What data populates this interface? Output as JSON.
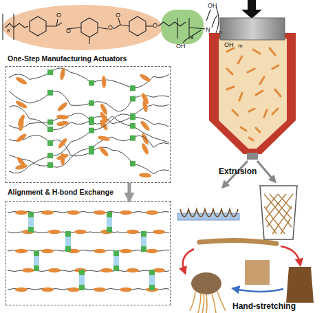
{
  "diagram": {
    "nodes": [
      {
        "text": [
          "One-Step Manufacturing Actuators"
        ]
      },
      {
        "text": [
          "Alignment & H-bond Exchange"
        ]
      }
    ],
    "edges": [
      {
        "from": 0,
        "to": 1,
        "arrow": "to"
      }
    ],
    "labels": [
      "8",
      "O",
      "O",
      "O",
      "O",
      "O",
      "8",
      "OH",
      "n",
      "N",
      "OH",
      "m",
      "OH",
      "Extrusion",
      "Hand-stretching"
    ]
  }
}
